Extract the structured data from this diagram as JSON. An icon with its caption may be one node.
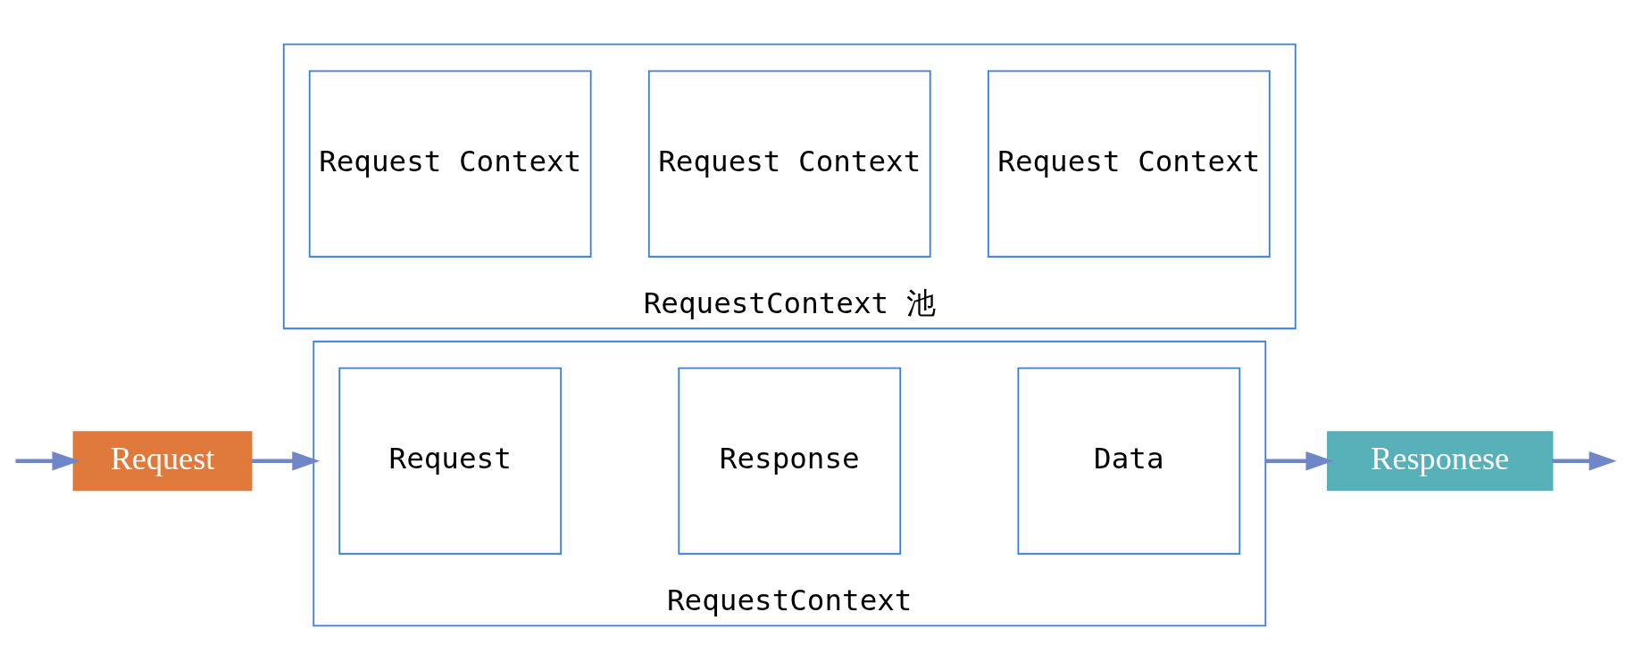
{
  "diagram": {
    "nodes": [
      {
        "text": [
          "Request"
        ]
      },
      {
        "text": [
          "RequestContext"
        ]
      },
      {
        "text": [
          "Request"
        ],
        "in": 1
      },
      {
        "text": [
          "Response"
        ],
        "in": 1
      },
      {
        "text": [
          "Data"
        ],
        "in": 1
      },
      {
        "text": [
          "Responese"
        ]
      },
      {
        "text": [
          "RequestContext 池"
        ]
      },
      {
        "text": [
          "Request Context"
        ],
        "in": 6
      },
      {
        "text": [
          "Request Context"
        ],
        "in": 6
      },
      {
        "text": [
          "Request Context"
        ],
        "in": 6
      }
    ],
    "edges": [
      {
        "from": null,
        "to": 0,
        "arrow": "to"
      },
      {
        "from": 0,
        "to": 1,
        "arrow": "to"
      },
      {
        "from": 1,
        "to": 5,
        "arrow": "to"
      },
      {
        "from": 5,
        "to": null,
        "arrow": "to"
      }
    ]
  }
}
